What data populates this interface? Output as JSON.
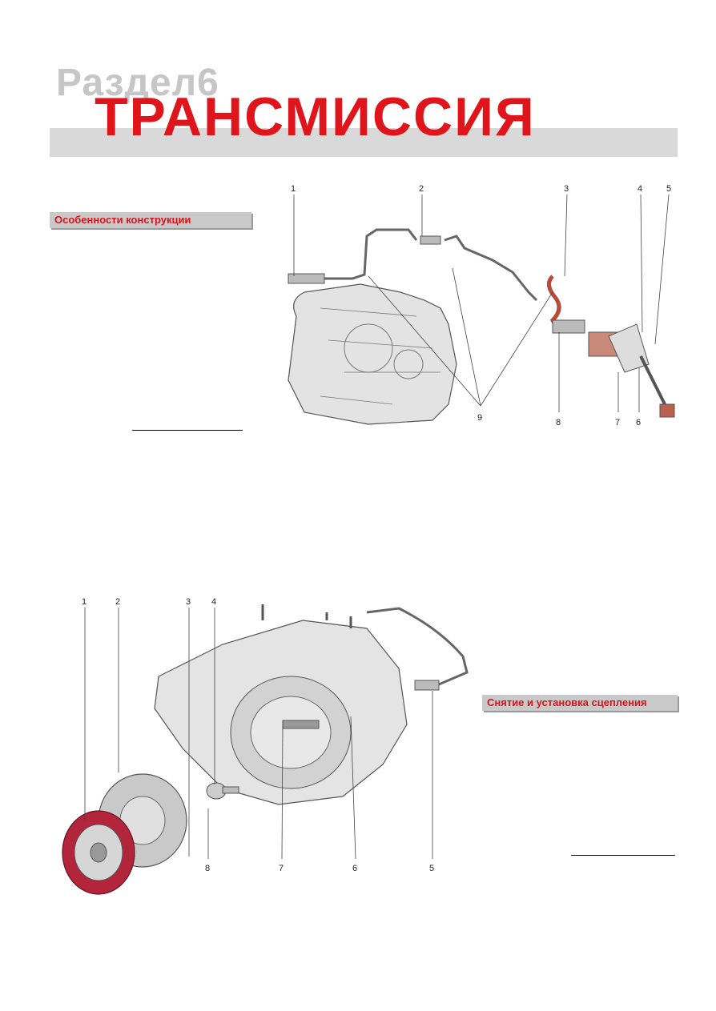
{
  "header": {
    "section_label": "Раздел6",
    "title": "ТРАНСМИССИЯ"
  },
  "subheadings": {
    "design_features": "Особенности конструкции",
    "clutch_removal": "Снятие и установка сцепления"
  },
  "figure1": {
    "callouts": [
      "1",
      "2",
      "3",
      "4",
      "5",
      "9",
      "8",
      "7",
      "6"
    ]
  },
  "figure2": {
    "callouts": [
      "1",
      "2",
      "3",
      "4",
      "8",
      "7",
      "6",
      "5"
    ]
  },
  "colors": {
    "title_red": "#e0151b",
    "band_gray": "#d9d9d9",
    "section_gray": "#c6c6c6",
    "disc_red": "#b3253a"
  }
}
